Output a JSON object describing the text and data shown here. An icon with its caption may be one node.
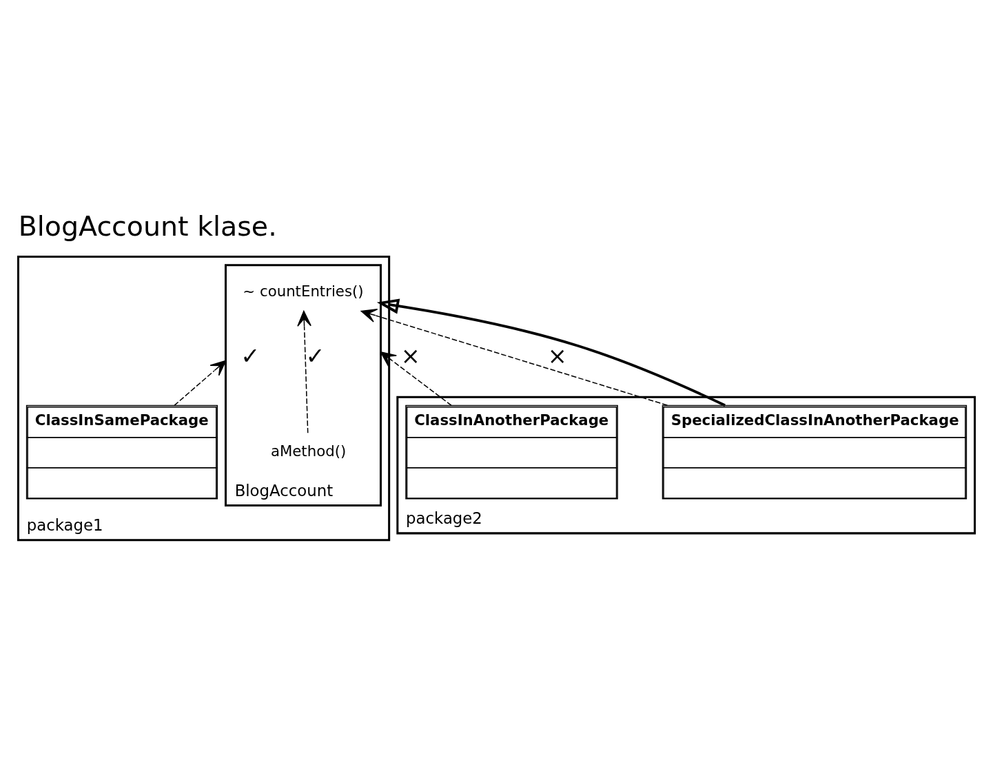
{
  "diagram": {
    "title": "BlogAccount klase.",
    "nodes": [
      {
        "text": [
          "package1"
        ]
      },
      {
        "text": [
          "BlogAccount"
        ],
        "in": 0
      },
      {
        "text": [
          "~ countEntries()"
        ],
        "in": 1
      },
      {
        "text": [
          "aMethod()"
        ],
        "in": 1
      },
      {
        "text": [
          "ClassInSamePackage"
        ],
        "in": 0
      },
      {
        "text": [
          "package2"
        ]
      },
      {
        "text": [
          "ClassInAnotherPackage"
        ],
        "in": 5
      },
      {
        "text": [
          "SpecializedClassInAnotherPackage"
        ],
        "in": 5
      }
    ],
    "edges": [
      {
        "from": 6,
        "to": 1,
        "arrow": "to",
        "style": "dashed",
        "label": "×"
      },
      {
        "from": 7,
        "to": 2,
        "arrow": "to",
        "style": "dashed",
        "label": "×"
      },
      {
        "from": 4,
        "to": 1,
        "arrow": "to",
        "style": "dashed",
        "label": "✓"
      },
      {
        "from": 3,
        "to": 2,
        "arrow": "to",
        "style": "dashed",
        "label": "✓"
      },
      {
        "from": 7,
        "to": 1,
        "arrow": "to",
        "style": "thick"
      }
    ]
  }
}
